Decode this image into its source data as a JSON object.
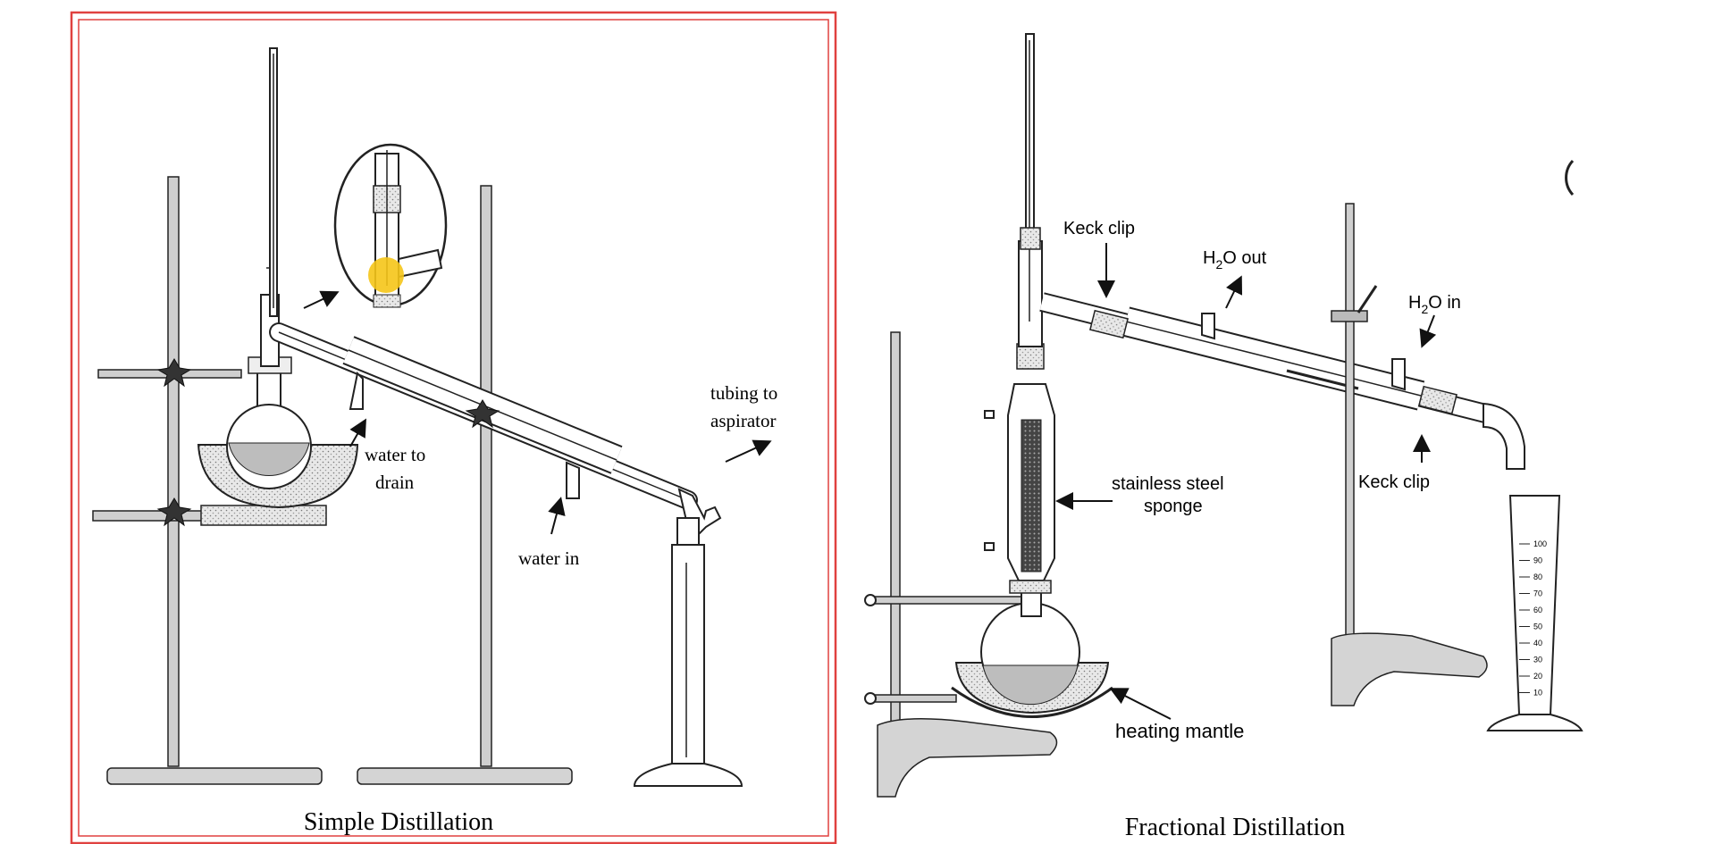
{
  "left_panel": {
    "title": "Simple Distillation",
    "labels": {
      "water_to_drain_line1": "water to",
      "water_to_drain_line2": "drain",
      "water_in": "water in",
      "tubing_line1": "tubing to",
      "tubing_line2": "aspirator"
    },
    "frame_color": "#e0413f",
    "highlight_color": "#f5c518"
  },
  "right_panel": {
    "title": "Fractional Distillation",
    "labels": {
      "keck_clip_top": "Keck clip",
      "h2o_out_prefix": "H",
      "h2o_out_sub": "2",
      "h2o_out_suffix": "O out",
      "h2o_in_prefix": "H",
      "h2o_in_sub": "2",
      "h2o_in_suffix": "O in",
      "keck_clip_bottom": "Keck clip",
      "stainless_line1": "stainless steel",
      "stainless_line2": "sponge",
      "heating_mantle": "heating mantle"
    },
    "cylinder_ticks": [
      "100",
      "90",
      "80",
      "70",
      "60",
      "50",
      "40",
      "30",
      "20",
      "10"
    ]
  }
}
